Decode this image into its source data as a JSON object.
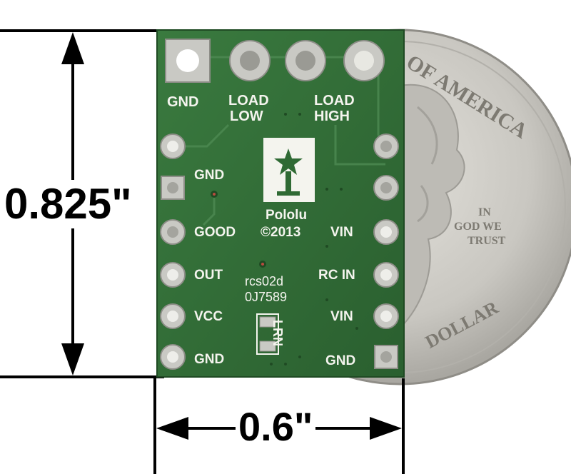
{
  "dimensions": {
    "height": "0.825\"",
    "width": "0.6\""
  },
  "board": {
    "brand": "Pololu",
    "copyright": "©2013",
    "part_code": "rcs02d",
    "serial": "0J7589",
    "lrn_label": "LRN",
    "pad_labels": {
      "gnd_top": "GND",
      "load_low_line1": "LOAD",
      "load_low_line2": "LOW",
      "load_high_line1": "LOAD",
      "load_high_line2": "HIGH"
    },
    "left_pins": [
      "GND",
      "GOOD",
      "OUT",
      "VCC",
      "GND"
    ],
    "right_pins": [
      "VIN",
      "RC IN",
      "VIN",
      "GND"
    ],
    "colors": {
      "pcb": "#2f6a34",
      "silkscreen": "#f4f4ee",
      "pad": "#c9c9c4"
    }
  },
  "coin": {
    "rim_text_top": "OF AMERICA",
    "motto_line1": "IN",
    "motto_line2": "GOD WE",
    "motto_line3": "TRUST",
    "rim_text_bottom": "DOLLAR",
    "color": "#c8c6c0"
  }
}
